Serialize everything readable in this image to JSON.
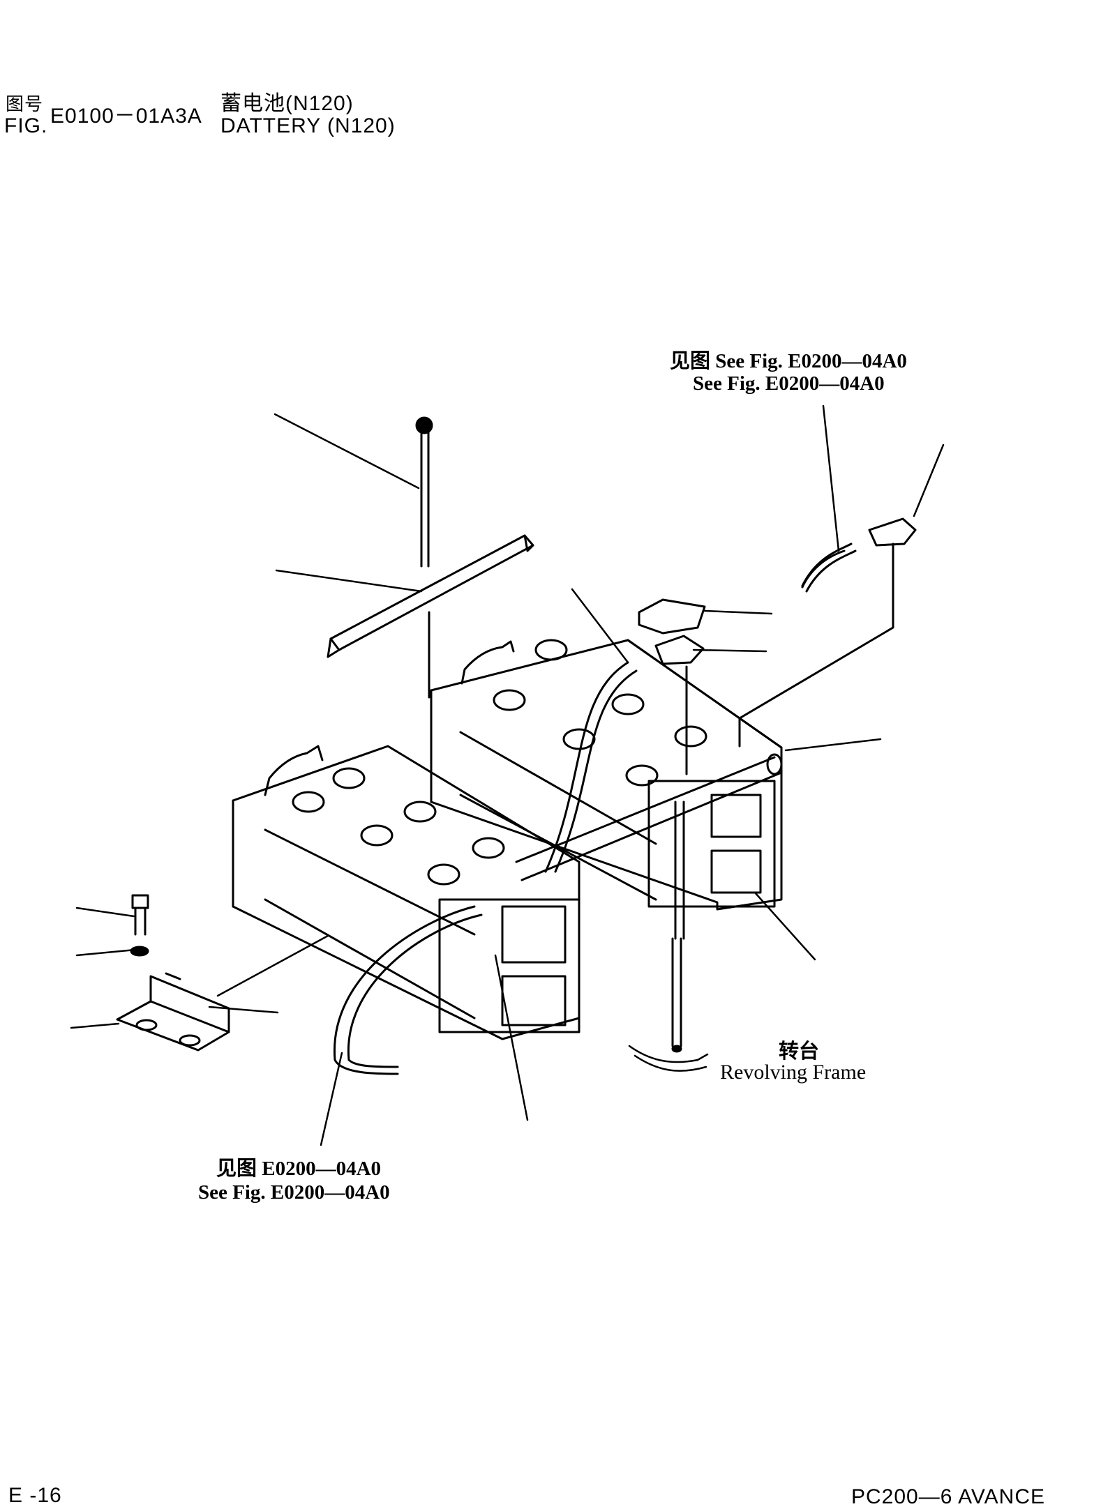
{
  "header": {
    "fig_cn": "图号",
    "fig_en": "FIG.",
    "fig_number": "E0100－01A3A",
    "title_cn": "蓄电池(N120)",
    "title_en": "DATTERY (N120)"
  },
  "callouts": {
    "top_right_line1": "见图 See Fig. E0200—04A0",
    "top_right_line2": "See Fig. E0200—04A0",
    "bottom_left_line1": "见图 E0200—04A0",
    "bottom_left_line2": "See Fig. E0200—04A0",
    "frame_cn": "转台",
    "frame_en": "Revolving Frame"
  },
  "footer": {
    "page": "E -16",
    "model": "PC200—6 AVANCE"
  }
}
